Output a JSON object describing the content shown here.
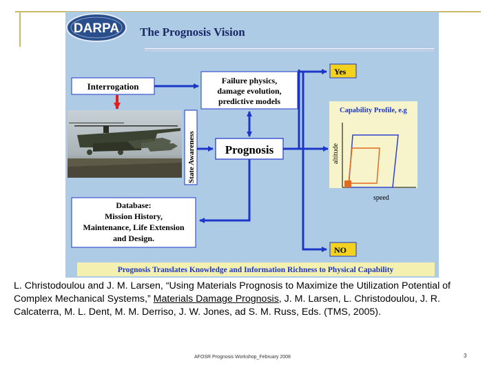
{
  "slide": {
    "title": "The Prognosis Vision",
    "logo_text": "DARPA",
    "interrogation": "Interrogation",
    "failure_lines": [
      "Failure physics,",
      "damage evolution,",
      "predictive models"
    ],
    "state_awareness": "State Awareness",
    "prognosis": "Prognosis",
    "database_lines": [
      "Database:",
      "Mission History,",
      "Maintenance, Life Extension",
      "and Design."
    ],
    "yes": "Yes",
    "no": "NO",
    "capability_title": "Capability Profile, e.g",
    "axis_y": "altitude",
    "axis_x": "speed",
    "banner": "Prognosis Translates Knowledge and Information Richness to Physical Capability",
    "image_label": "helicopter-photo"
  },
  "caption": {
    "part1": "L. Christodoulou and J. M. Larsen, “Using Materials Prognosis to Maximize the Utilization Potential of Complex Mechanical Systems,” ",
    "journal": "Materials Damage Prognosis",
    "part2": ", J. M. Larsen, L. Christodoulou, J. R. Calcaterra, M. L. Dent, M. M. Derriso, J. W. Jones, ad S. M. Russ, Eds. (TMS, 2005)."
  },
  "footer": "AFOSR Prognosis Workshop_February 2008",
  "page_number": "3",
  "colors": {
    "panel": "#aecbe6",
    "arrow_blue": "#1b35c8",
    "arrow_red": "#e02020",
    "yes_no_fill": "#f2d21e",
    "capability_bg": "#f7f4cc",
    "banner_fill": "#f4f0b0",
    "frame": "#c9b868"
  }
}
